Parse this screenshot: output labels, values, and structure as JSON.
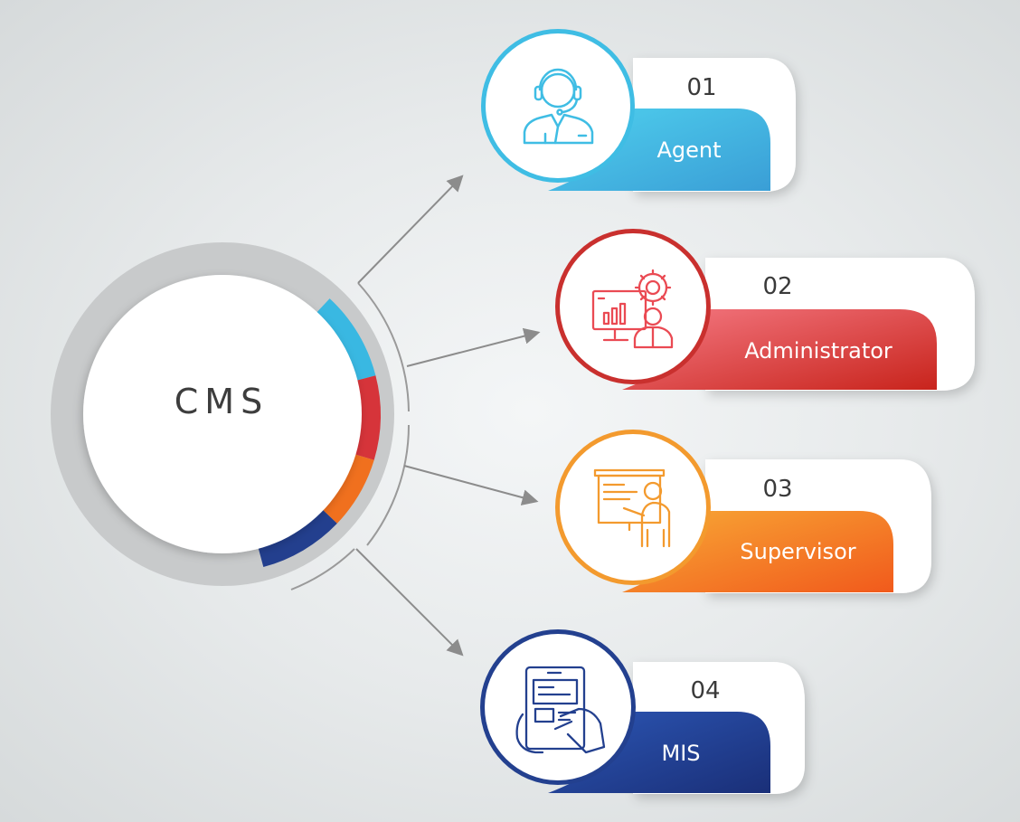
{
  "hub": {
    "label": "CMS"
  },
  "items": [
    {
      "number": "01",
      "label": "Agent",
      "icon": "agent-headset-icon",
      "color": "#3fc0e6",
      "color_dark": "#3aa4d8"
    },
    {
      "number": "02",
      "label": "Administrator",
      "icon": "admin-monitor-gear-icon",
      "color": "#ee5460",
      "color_dark": "#cc2a22"
    },
    {
      "number": "03",
      "label": "Supervisor",
      "icon": "supervisor-presentation-icon",
      "color": "#f7a23a",
      "color_dark": "#f1621c"
    },
    {
      "number": "04",
      "label": "MIS",
      "icon": "mis-tablet-hand-icon",
      "color": "#2a4ea8",
      "color_dark": "#1e3a8a"
    }
  ]
}
